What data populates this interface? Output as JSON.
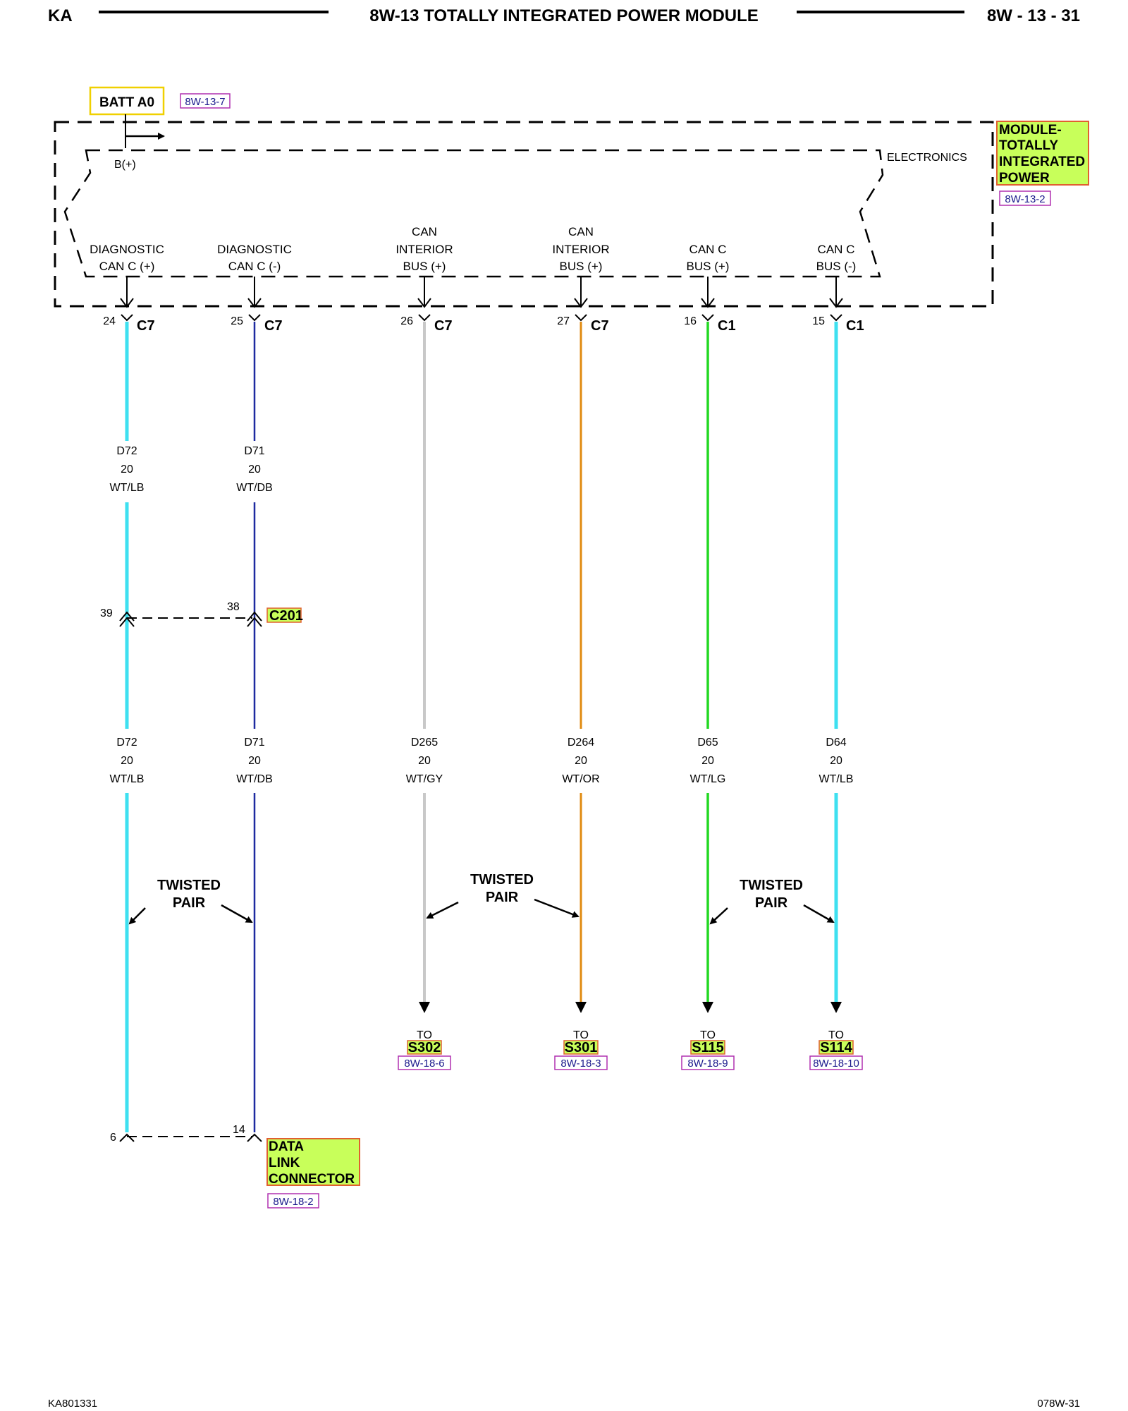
{
  "header": {
    "left": "KA",
    "title": "8W-13 TOTALLY INTEGRATED POWER MODULE",
    "right": "8W - 13 - 31"
  },
  "batt": {
    "label": "BATT A0",
    "ref": "8W-13-7",
    "pin": "B(+)"
  },
  "module": {
    "name_lines": [
      "MODULE-",
      "TOTALLY",
      "INTEGRATED",
      "POWER"
    ],
    "ref": "8W-13-2",
    "section": "ELECTRONICS"
  },
  "terminals": [
    {
      "lines": [
        "",
        "DIAGNOSTIC",
        "CAN C (+)"
      ],
      "pin": "24",
      "connector": "C7"
    },
    {
      "lines": [
        "",
        "DIAGNOSTIC",
        "CAN C (-)"
      ],
      "pin": "25",
      "connector": "C7"
    },
    {
      "lines": [
        "CAN",
        "INTERIOR",
        "BUS (+)"
      ],
      "pin": "26",
      "connector": "C7"
    },
    {
      "lines": [
        "CAN",
        "INTERIOR",
        "BUS (+)"
      ],
      "pin": "27",
      "connector": "C7"
    },
    {
      "lines": [
        "",
        "CAN C",
        "BUS (+)"
      ],
      "pin": "16",
      "connector": "C1"
    },
    {
      "lines": [
        "",
        "CAN C",
        "BUS (-)"
      ],
      "pin": "15",
      "connector": "C1"
    }
  ],
  "wire_labels_upper": [
    {
      "circuit": "D72",
      "gauge": "20",
      "color": "WT/LB"
    },
    {
      "circuit": "D71",
      "gauge": "20",
      "color": "WT/DB"
    }
  ],
  "wire_labels_lower": [
    {
      "circuit": "D72",
      "gauge": "20",
      "color": "WT/LB"
    },
    {
      "circuit": "D71",
      "gauge": "20",
      "color": "WT/DB"
    },
    {
      "circuit": "D265",
      "gauge": "20",
      "color": "WT/GY"
    },
    {
      "circuit": "D264",
      "gauge": "20",
      "color": "WT/OR"
    },
    {
      "circuit": "D65",
      "gauge": "20",
      "color": "WT/LG"
    },
    {
      "circuit": "D64",
      "gauge": "20",
      "color": "WT/LB"
    }
  ],
  "inline_connector": {
    "name": "C201",
    "pin_left": "39",
    "pin_right": "38"
  },
  "twisted_pair_label": [
    "TWISTED",
    "PAIR"
  ],
  "splices": [
    {
      "to": "TO",
      "name": "S302",
      "ref": "8W-18-6"
    },
    {
      "to": "TO",
      "name": "S301",
      "ref": "8W-18-3"
    },
    {
      "to": "TO",
      "name": "S115",
      "ref": "8W-18-9"
    },
    {
      "to": "TO",
      "name": "S114",
      "ref": "8W-18-10"
    }
  ],
  "dlc": {
    "name_lines": [
      "DATA",
      "LINK",
      "CONNECTOR"
    ],
    "ref": "8W-18-2",
    "pin_left": "6",
    "pin_right": "14"
  },
  "footer": {
    "left": "KA801331",
    "right": "078W-31"
  },
  "colors": {
    "wire_lb": "#3ee0f0",
    "wire_db": "#1e2aa0",
    "wire_gy": "#c8c8c8",
    "wire_or": "#e08a10",
    "wire_lg": "#22d822",
    "highlight": "#c8ff5a",
    "highlight_border": "#e06030",
    "batt_border": "#f0d000",
    "ref_border": "#b030b0"
  }
}
